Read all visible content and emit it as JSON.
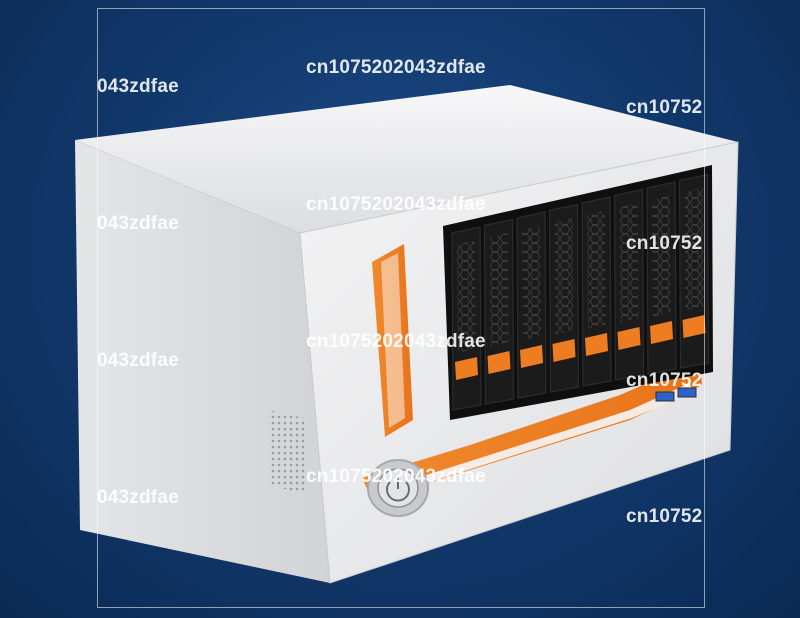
{
  "watermark": {
    "text_full": "cn1075202043zdfae",
    "text_left": "043zdfae",
    "text_right": "cn10752"
  },
  "product": {
    "name": "8-bay hot-swap NAS chassis",
    "bay_count": 8,
    "colors": {
      "chassis": "#e9e9ea",
      "accent": "#ee7d22",
      "bay": "#1b1b1b",
      "background": "#123a6e"
    }
  }
}
